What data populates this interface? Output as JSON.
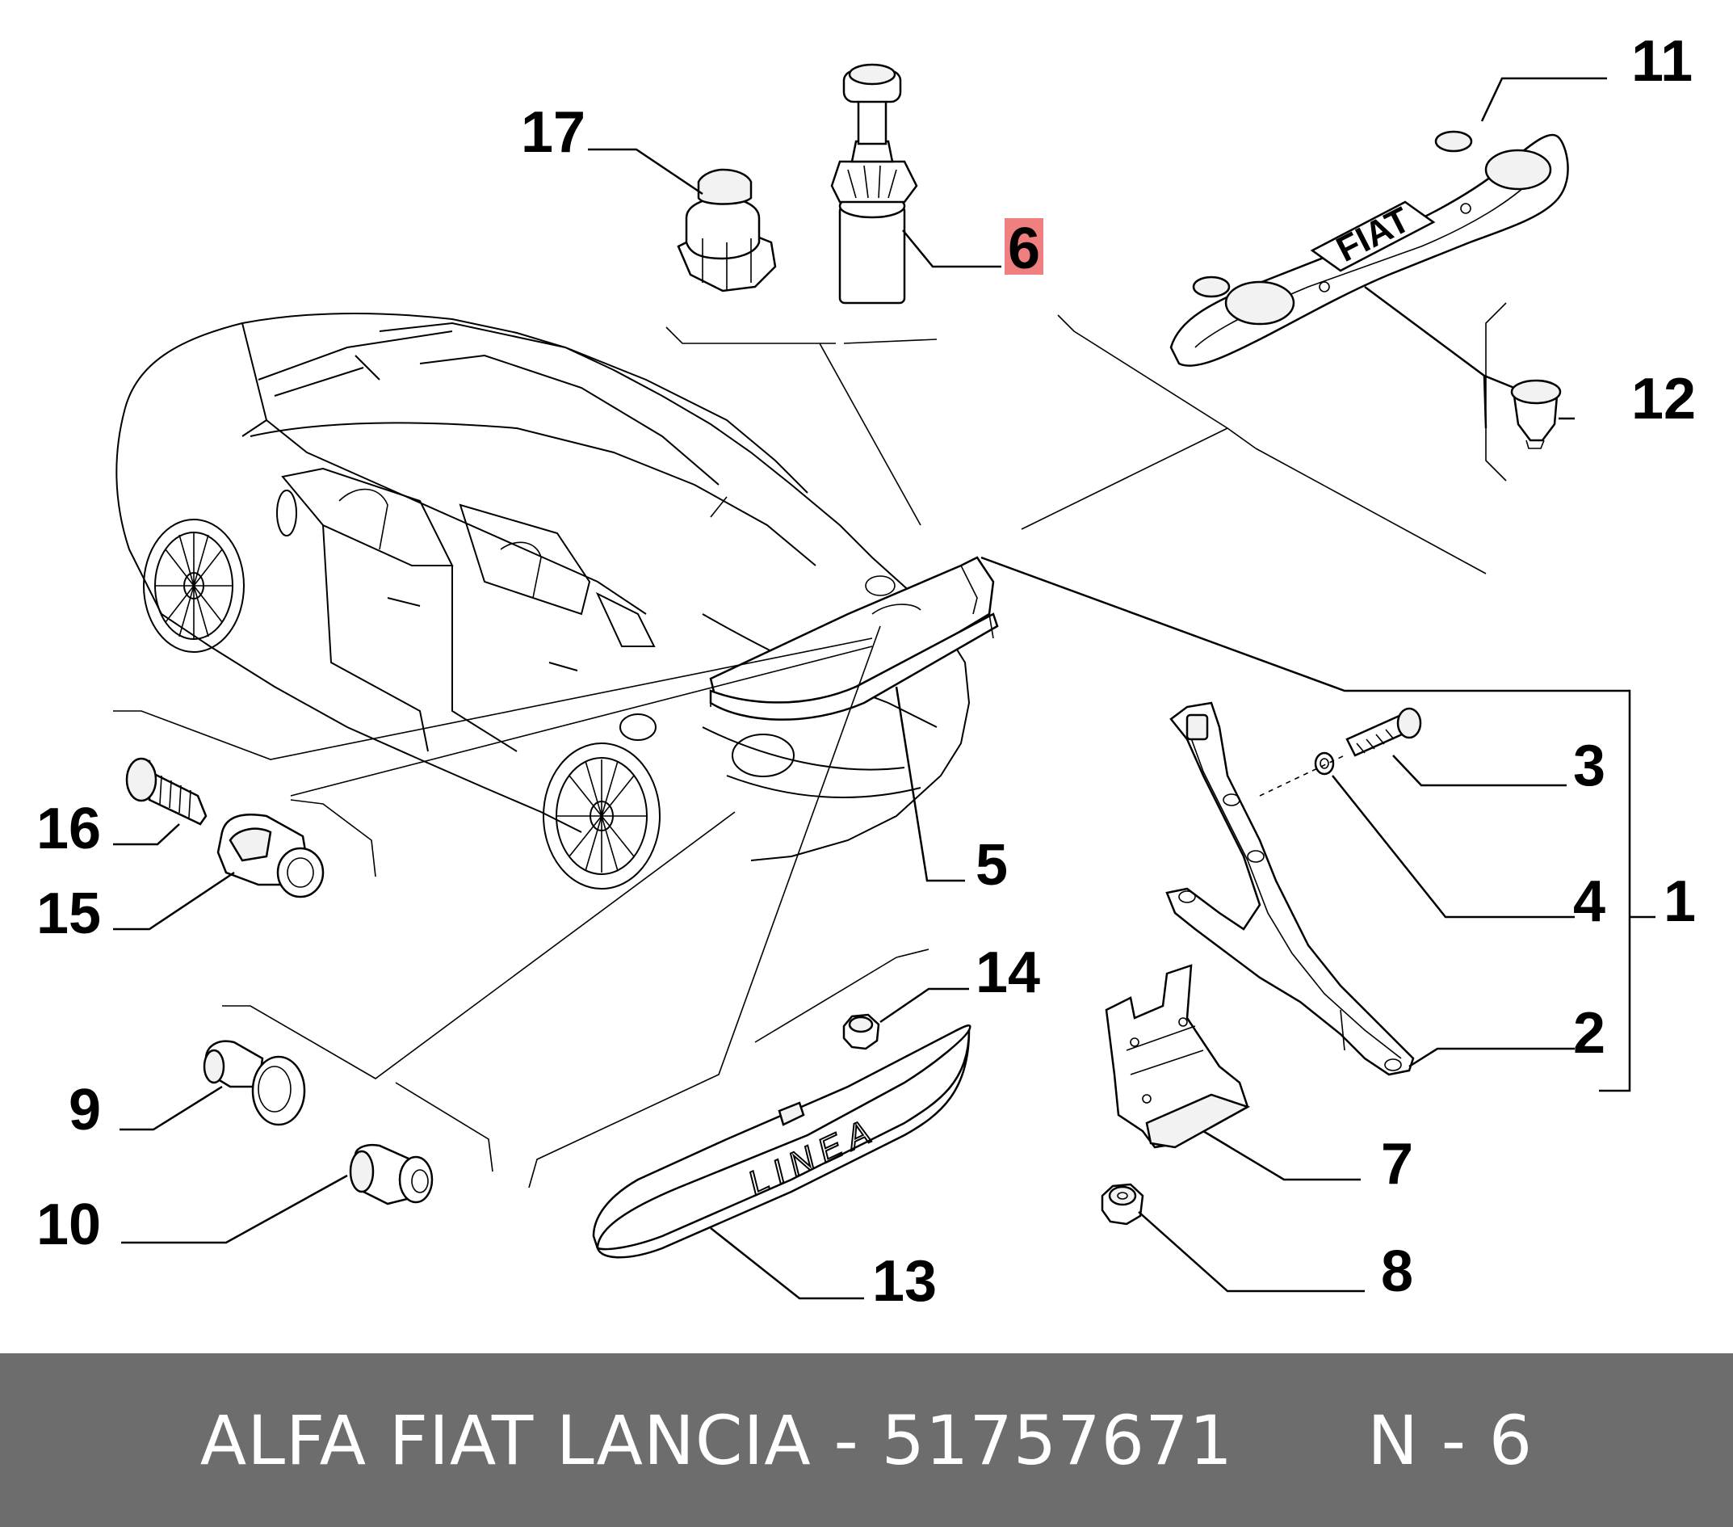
{
  "callouts": [
    {
      "id": "11",
      "label": "11"
    },
    {
      "id": "17",
      "label": "17"
    },
    {
      "id": "6",
      "label": "6",
      "highlighted": true
    },
    {
      "id": "12",
      "label": "12"
    },
    {
      "id": "3",
      "label": "3"
    },
    {
      "id": "5",
      "label": "5"
    },
    {
      "id": "4",
      "label": "4"
    },
    {
      "id": "1",
      "label": "1"
    },
    {
      "id": "16",
      "label": "16"
    },
    {
      "id": "15",
      "label": "15"
    },
    {
      "id": "14",
      "label": "14"
    },
    {
      "id": "2",
      "label": "2"
    },
    {
      "id": "9",
      "label": "9"
    },
    {
      "id": "7",
      "label": "7"
    },
    {
      "id": "10",
      "label": "10"
    },
    {
      "id": "8",
      "label": "8"
    },
    {
      "id": "13",
      "label": "13"
    }
  ],
  "badge_texts": {
    "fiat": "FIAT",
    "linea": "LINEA"
  },
  "footer": {
    "brand": "ALFA FIAT LANCIA",
    "part_number": "51757671",
    "suffix": "N - 6"
  },
  "colors": {
    "highlight": "#f08080",
    "footer_bg": "#6d6d6d",
    "footer_text": "#ffffff"
  }
}
